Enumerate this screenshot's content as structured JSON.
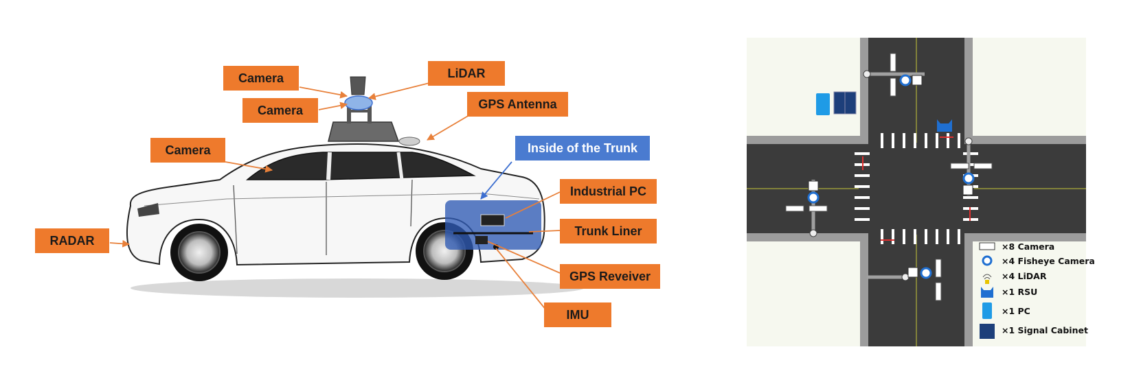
{
  "vehicle": {
    "labels": {
      "camera_mast_1": "Camera",
      "camera_mast_2": "Camera",
      "camera_windshield": "Camera",
      "lidar": "LiDAR",
      "gps_antenna": "GPS Antenna",
      "trunk": "Inside of the Trunk",
      "industrial_pc": "Industrial PC",
      "trunk_liner": "Trunk Liner",
      "gps_receiver": "GPS Reveiver",
      "imu": "IMU",
      "radar": "RADAR"
    }
  },
  "intersection": {
    "legend": [
      {
        "icon": "camera-icon",
        "text": "×8 Camera"
      },
      {
        "icon": "fisheye-camera-icon",
        "text": "×4 Fisheye Camera"
      },
      {
        "icon": "lidar-icon",
        "text": "×4 LiDAR"
      },
      {
        "icon": "rsu-icon",
        "text": "×1 RSU"
      },
      {
        "icon": "pc-icon",
        "text": "×1 PC"
      },
      {
        "icon": "signal-cabinet-icon",
        "text": "×1 Signal Cabinet"
      }
    ]
  },
  "colors": {
    "label_orange": "#EE7A2C",
    "label_blue": "#4A7BD0",
    "trunk_overlay": "#2F5BB5",
    "road": "#3b3b3b",
    "device_blue": "#1F6FD1"
  }
}
